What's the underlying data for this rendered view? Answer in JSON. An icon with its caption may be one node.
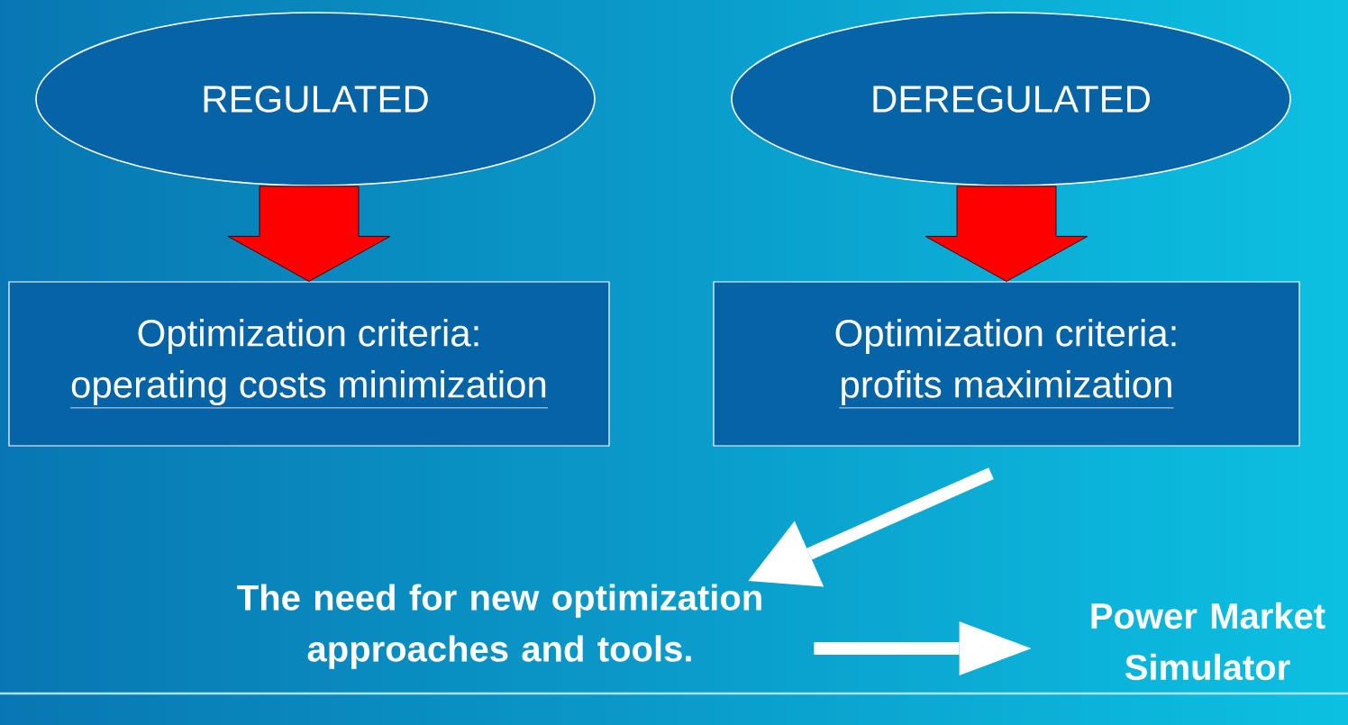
{
  "diagram": {
    "nodes": [
      {
        "text": [
          "REGULATED"
        ]
      },
      {
        "text": [
          "DEREGULATED"
        ]
      },
      {
        "text": [
          "Optimization criteria:",
          "operating costs minimization"
        ]
      },
      {
        "text": [
          "Optimization criteria:",
          "profits maximization"
        ]
      },
      {
        "text": [
          "The need for new optimization approaches and tools."
        ]
      },
      {
        "text": [
          "Power Market Simulator"
        ]
      }
    ],
    "edges": [
      {
        "from": 0,
        "to": 2,
        "arrow": "to",
        "style": "thick",
        "color": "#ff0000"
      },
      {
        "from": 1,
        "to": 3,
        "arrow": "to",
        "style": "thick",
        "color": "#ff0000"
      },
      {
        "from": 3,
        "to": 4,
        "arrow": "to",
        "color": "#ffffff"
      },
      {
        "from": 4,
        "to": 5,
        "arrow": "to",
        "color": "#ffffff"
      }
    ]
  }
}
